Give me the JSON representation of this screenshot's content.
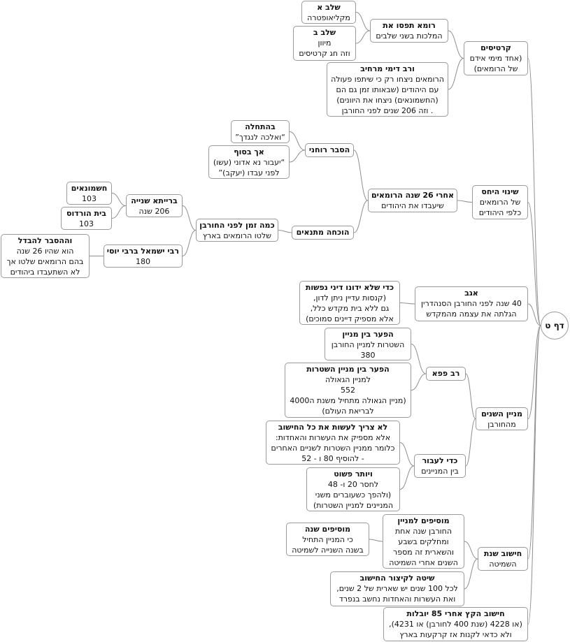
{
  "root": "דף ט",
  "nodes": {
    "kartisim": {
      "title": "קרטיסים",
      "body": [
        "(אחד מימי אידם",
        "של הרומאים)"
      ]
    },
    "roma_tafsu": {
      "title": "רומא תפסו את",
      "body": [
        "המלכות בשני שלבים"
      ]
    },
    "shalav_a": {
      "title": "שלב א",
      "body": [
        "מקליאופטרה"
      ]
    },
    "shalav_b": {
      "title": "שלב ב",
      "body": [
        "מיוון",
        "וזה חג קרטיסים"
      ]
    },
    "verav_dimi": {
      "title": "ורב דימי מרחיב",
      "body": [
        "הרומאים ניצחו רק כי שיתפו פעולה",
        "עם היהודים (שבאותו זמן גם הם",
        "(החשמונאים) ניצחו את היוונים)",
        ". וזה 206 שנים לפני החורבן"
      ]
    },
    "shinui": {
      "title": "שינוי היחס",
      "body": [
        "של הרומאים",
        "כלפי היהודים"
      ]
    },
    "achrei26": {
      "title": "אחרי 26 שנה הרומאים",
      "body": [
        "שיעבדו את היהודים"
      ]
    },
    "hesber": {
      "title": "הסבר רוחני",
      "body": []
    },
    "batchila": {
      "title": "בהתחלה",
      "body": [
        "“ואלכה לנגדך”"
      ]
    },
    "ach_basof": {
      "title": "אך בסוף",
      "body": [
        "“יעבור נא אדוני (עשו)",
        "לפני עבדו (יעקב)”"
      ]
    },
    "hochacha": {
      "title": "הוכחה מתנאים",
      "body": []
    },
    "kama_zman": {
      "title": "כמה זמן לפני החורבן",
      "body": [
        "שלטו הרומאים בארץ"
      ]
    },
    "braita": {
      "title": "ברייתא שנייה",
      "body": [
        "206 שנה"
      ]
    },
    "hashmonaim": {
      "title": "חשמונאים",
      "body": [
        "103"
      ]
    },
    "beit_hordos": {
      "title": "בית הורדוס",
      "body": [
        "103"
      ]
    },
    "rabi_ishmael": {
      "title": "רבי ישמאל ברבי יוסי",
      "body": [
        "180"
      ]
    },
    "vehahesber": {
      "title": "וההסבר להבדל",
      "body": [
        "הוא שהיו 26 שנה",
        "בהם הרומאים שלטו אך",
        "לא השתעבדו ביהודים"
      ]
    },
    "agav": {
      "title": "אגב",
      "body": [
        "40 שנה לפני החורבן הסנהדרין",
        "הגלתה את עצמה מהמקדש"
      ]
    },
    "kdei": {
      "title": "כדי שלא ידונו דיני נפשות",
      "body": [
        "(קנסות עדיין ניתן לדון,",
        "גם ללא בית מקדש כלל,",
        "אלא מספיק דיינים סמוכים)"
      ]
    },
    "minyan": {
      "title": "מניין השנים",
      "body": [
        "מהחורבן"
      ]
    },
    "rav_papa": {
      "title": "רב פפא",
      "body": []
    },
    "hapaar1": {
      "title": "הפער בין מניין",
      "body": [
        "השטרות למניין החורבן",
        "380"
      ]
    },
    "hapaar2": {
      "title": "הפער בין מניין השטרות",
      "body": [
        "למניין הגאולה",
        "552",
        "(מניין הגאולה מתחיל משנת ה4000",
        "לבריאת העולם)"
      ]
    },
    "kdei_laavor": {
      "title": "כדי לעבור",
      "body": [
        "בין המניינים"
      ]
    },
    "lo_tzarich": {
      "title": "לא צריך לעשות את כל החישוב",
      "body": [
        "אלא מספיק את העשרות והאחדות:",
        "כלומר ממניין השטרות לשניים האחרים",
        "- להוסיף 80 ו - 52"
      ]
    },
    "veyoter": {
      "title": "ויותר פשוט",
      "body": [
        "לחסר 20 ו- 48",
        "(ולהפך כשעוברים משני",
        "המניינים למניין השטרות)"
      ]
    },
    "chishuv_shmita": {
      "title": "חישוב שנת",
      "body": [
        "השמיטה"
      ]
    },
    "mosifim_lemnian": {
      "title": "מוסיפים למניין",
      "body": [
        "החורבן שנה אחת",
        "ומחלקים בשבע",
        "והשארית זה מספר",
        "השנים אחרי השמיטה"
      ]
    },
    "mosifim_shana": {
      "title": "מוסיפים שנה",
      "body": [
        "כי המניין התחיל",
        "בשנה השנייה לשמיטה"
      ]
    },
    "shita": {
      "title": "שיטה לקיצור החישוב",
      "body": [
        "לכל 100 שנים יש שארית של 2 שנים,",
        "ואת העשרות והאחדות נחשב בנפרד"
      ]
    },
    "chishuv_haketz": {
      "title": "חישוב הקץ אחרי 85 יובלות",
      "body": [
        "(או 4228 (שנת 400 לחורבן) או 4231),",
        "ולא כדאי לקנות אז קרקעות בארץ"
      ]
    }
  }
}
